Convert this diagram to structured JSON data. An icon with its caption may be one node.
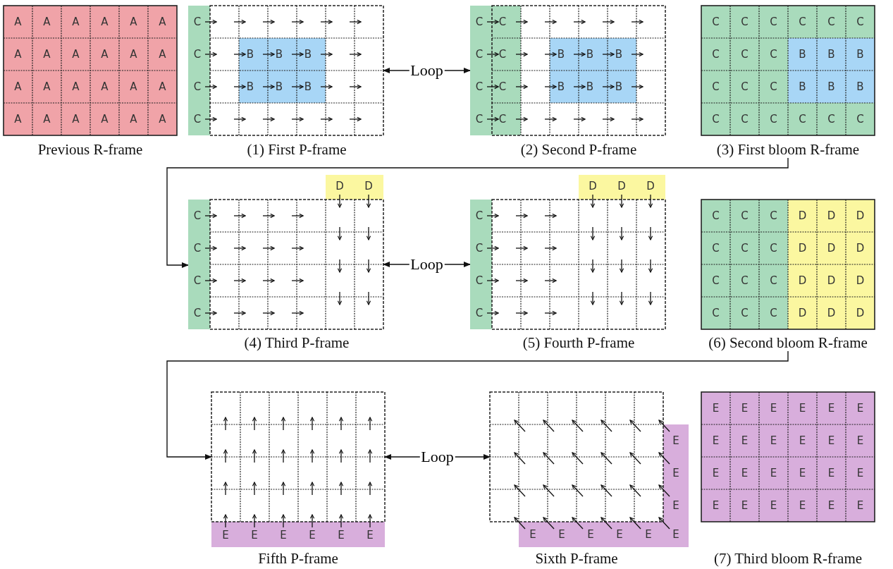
{
  "diagram": {
    "nodes": [
      {
        "text": [
          "A",
          "A",
          "A",
          "A",
          "A",
          "A",
          "A",
          "A",
          "A",
          "A",
          "A",
          "A",
          "A",
          "A",
          "A",
          "A",
          "A",
          "A",
          "A",
          "A",
          "A",
          "A",
          "A",
          "A"
        ],
        "beside": [
          "Previous R-frame"
        ]
      },
      {
        "text": [],
        "shape": "box",
        "beside": [
          "(1) First P-frame"
        ]
      },
      {
        "text": [
          "C",
          "C",
          "C",
          "C"
        ]
      },
      {
        "text": [
          "B",
          "B",
          "B",
          "B",
          "B",
          "B"
        ],
        "in": 1
      },
      {
        "text": [],
        "shape": "box",
        "beside": [
          "(2) Second P-frame"
        ]
      },
      {
        "text": [
          "C",
          "C",
          "C",
          "C",
          "C",
          "C",
          "C",
          "C"
        ]
      },
      {
        "text": [
          "B",
          "B",
          "B",
          "B",
          "B",
          "B"
        ],
        "in": 4
      },
      {
        "text": [
          "C",
          "C",
          "C",
          "C",
          "C",
          "C",
          "C",
          "C",
          "C",
          "B",
          "B",
          "B",
          "C",
          "C",
          "C",
          "B",
          "B",
          "B",
          "C",
          "C",
          "C",
          "C",
          "C",
          "C"
        ],
        "beside": [
          "(3) First bloom R-frame"
        ]
      },
      {
        "text": [],
        "shape": "box",
        "beside": [
          "(4) Third P-frame"
        ]
      },
      {
        "text": [
          "D",
          "D"
        ]
      },
      {
        "text": [
          "C",
          "C",
          "C",
          "C"
        ]
      },
      {
        "text": [],
        "shape": "box",
        "beside": [
          "(5) Fourth P-frame"
        ]
      },
      {
        "text": [
          "D",
          "D",
          "D"
        ]
      },
      {
        "text": [
          "C",
          "C",
          "C",
          "C"
        ]
      },
      {
        "text": [
          "C",
          "C",
          "C",
          "D",
          "D",
          "D",
          "C",
          "C",
          "C",
          "D",
          "D",
          "D",
          "C",
          "C",
          "C",
          "D",
          "D",
          "D",
          "C",
          "C",
          "C",
          "D",
          "D",
          "D"
        ],
        "beside": [
          "(6) Second bloom R-frame"
        ]
      },
      {
        "text": [],
        "shape": "box"
      },
      {
        "text": [
          "E",
          "E",
          "E",
          "E",
          "E",
          "E"
        ]
      },
      {
        "text": [],
        "shape": "box"
      },
      {
        "text": [
          "E",
          "E",
          "E",
          "E",
          "E",
          "E",
          "E",
          "E",
          "E"
        ]
      },
      {
        "text": [
          "E",
          "E",
          "E",
          "E",
          "E",
          "E",
          "E",
          "E",
          "E",
          "E",
          "E",
          "E",
          "E",
          "E",
          "E",
          "E",
          "E",
          "E",
          "E",
          "E",
          "E",
          "E",
          "E",
          "E"
        ],
        "beside": [
          "(7) Third bloom R-frame"
        ]
      }
    ],
    "edges": [
      {
        "from": 1,
        "to": 5,
        "arrow": "both",
        "label": "Loop"
      },
      {
        "from": 7,
        "to": 10,
        "arrow": "to"
      },
      {
        "from": 8,
        "to": 13,
        "arrow": "both",
        "label": "Loop"
      },
      {
        "from": 14,
        "to": 15,
        "arrow": "to"
      },
      {
        "from": 15,
        "to": 17,
        "arrow": "both",
        "label": "Loop"
      }
    ],
    "labels": [
      "Fifth P-frame",
      "Sixth P-frame"
    ]
  }
}
